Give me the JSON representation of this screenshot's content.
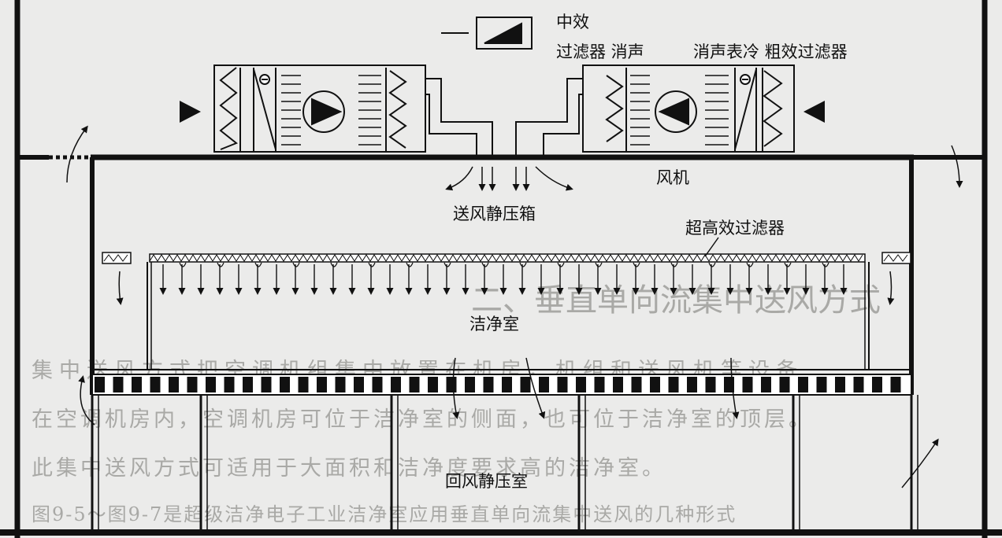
{
  "labels": {
    "mid_efficiency": "中效",
    "filter_silencer": "过滤器 消声",
    "silencer_cooling_coarse_filter": "消声表冷  粗效过滤器",
    "fan": "风机",
    "supply_plenum": "送风静压箱",
    "hepa_filter": "超高效过滤器",
    "cleanroom": "洁净室",
    "return_plenum": "回风静压室"
  },
  "background_text": {
    "section_heading": "二、垂直单向流集中送风方式",
    "line_1": "集中送风方式把空调机组集中放置在机房，机组和送风机等设备",
    "line_2": "在空调机房内，空调机房可位于洁净室的侧面，也可位于洁净室的顶层。",
    "line_3": "此集中送风方式可适用于大面积和洁净度要求高的洁净室。",
    "line_4": "图9-5～图9-7是超级洁净电子工业洁净室应用垂直单向流集中送风的几种形式"
  },
  "colors": {
    "line": "#111111",
    "background": "#ebebea",
    "bleed_text": "#a9a9a6"
  }
}
